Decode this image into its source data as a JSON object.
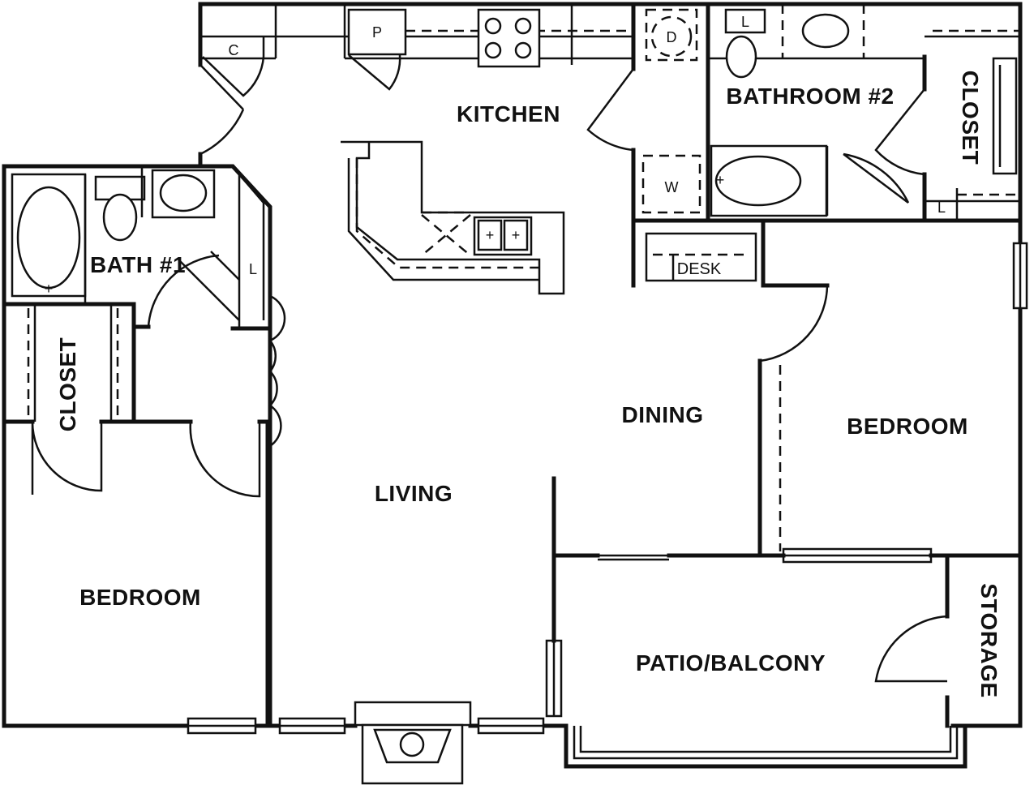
{
  "rooms": {
    "kitchen": "KITCHEN",
    "bathroom2": "BATHROOM #2",
    "closet_right": "CLOSET",
    "bath1": "BATH #1",
    "closet_left": "CLOSET",
    "dining": "DINING",
    "bedroom_right": "BEDROOM",
    "living": "LIVING",
    "bedroom_left": "BEDROOM",
    "patio": "PATIO/BALCONY",
    "storage": "STORAGE"
  },
  "fixtures": {
    "coat_closet": "C",
    "pantry": "P",
    "dryer": "D",
    "washer": "W",
    "desk": "DESK",
    "linen_bath1": "L",
    "linen_bath2_top": "L",
    "linen_bath2_closet": "L"
  }
}
